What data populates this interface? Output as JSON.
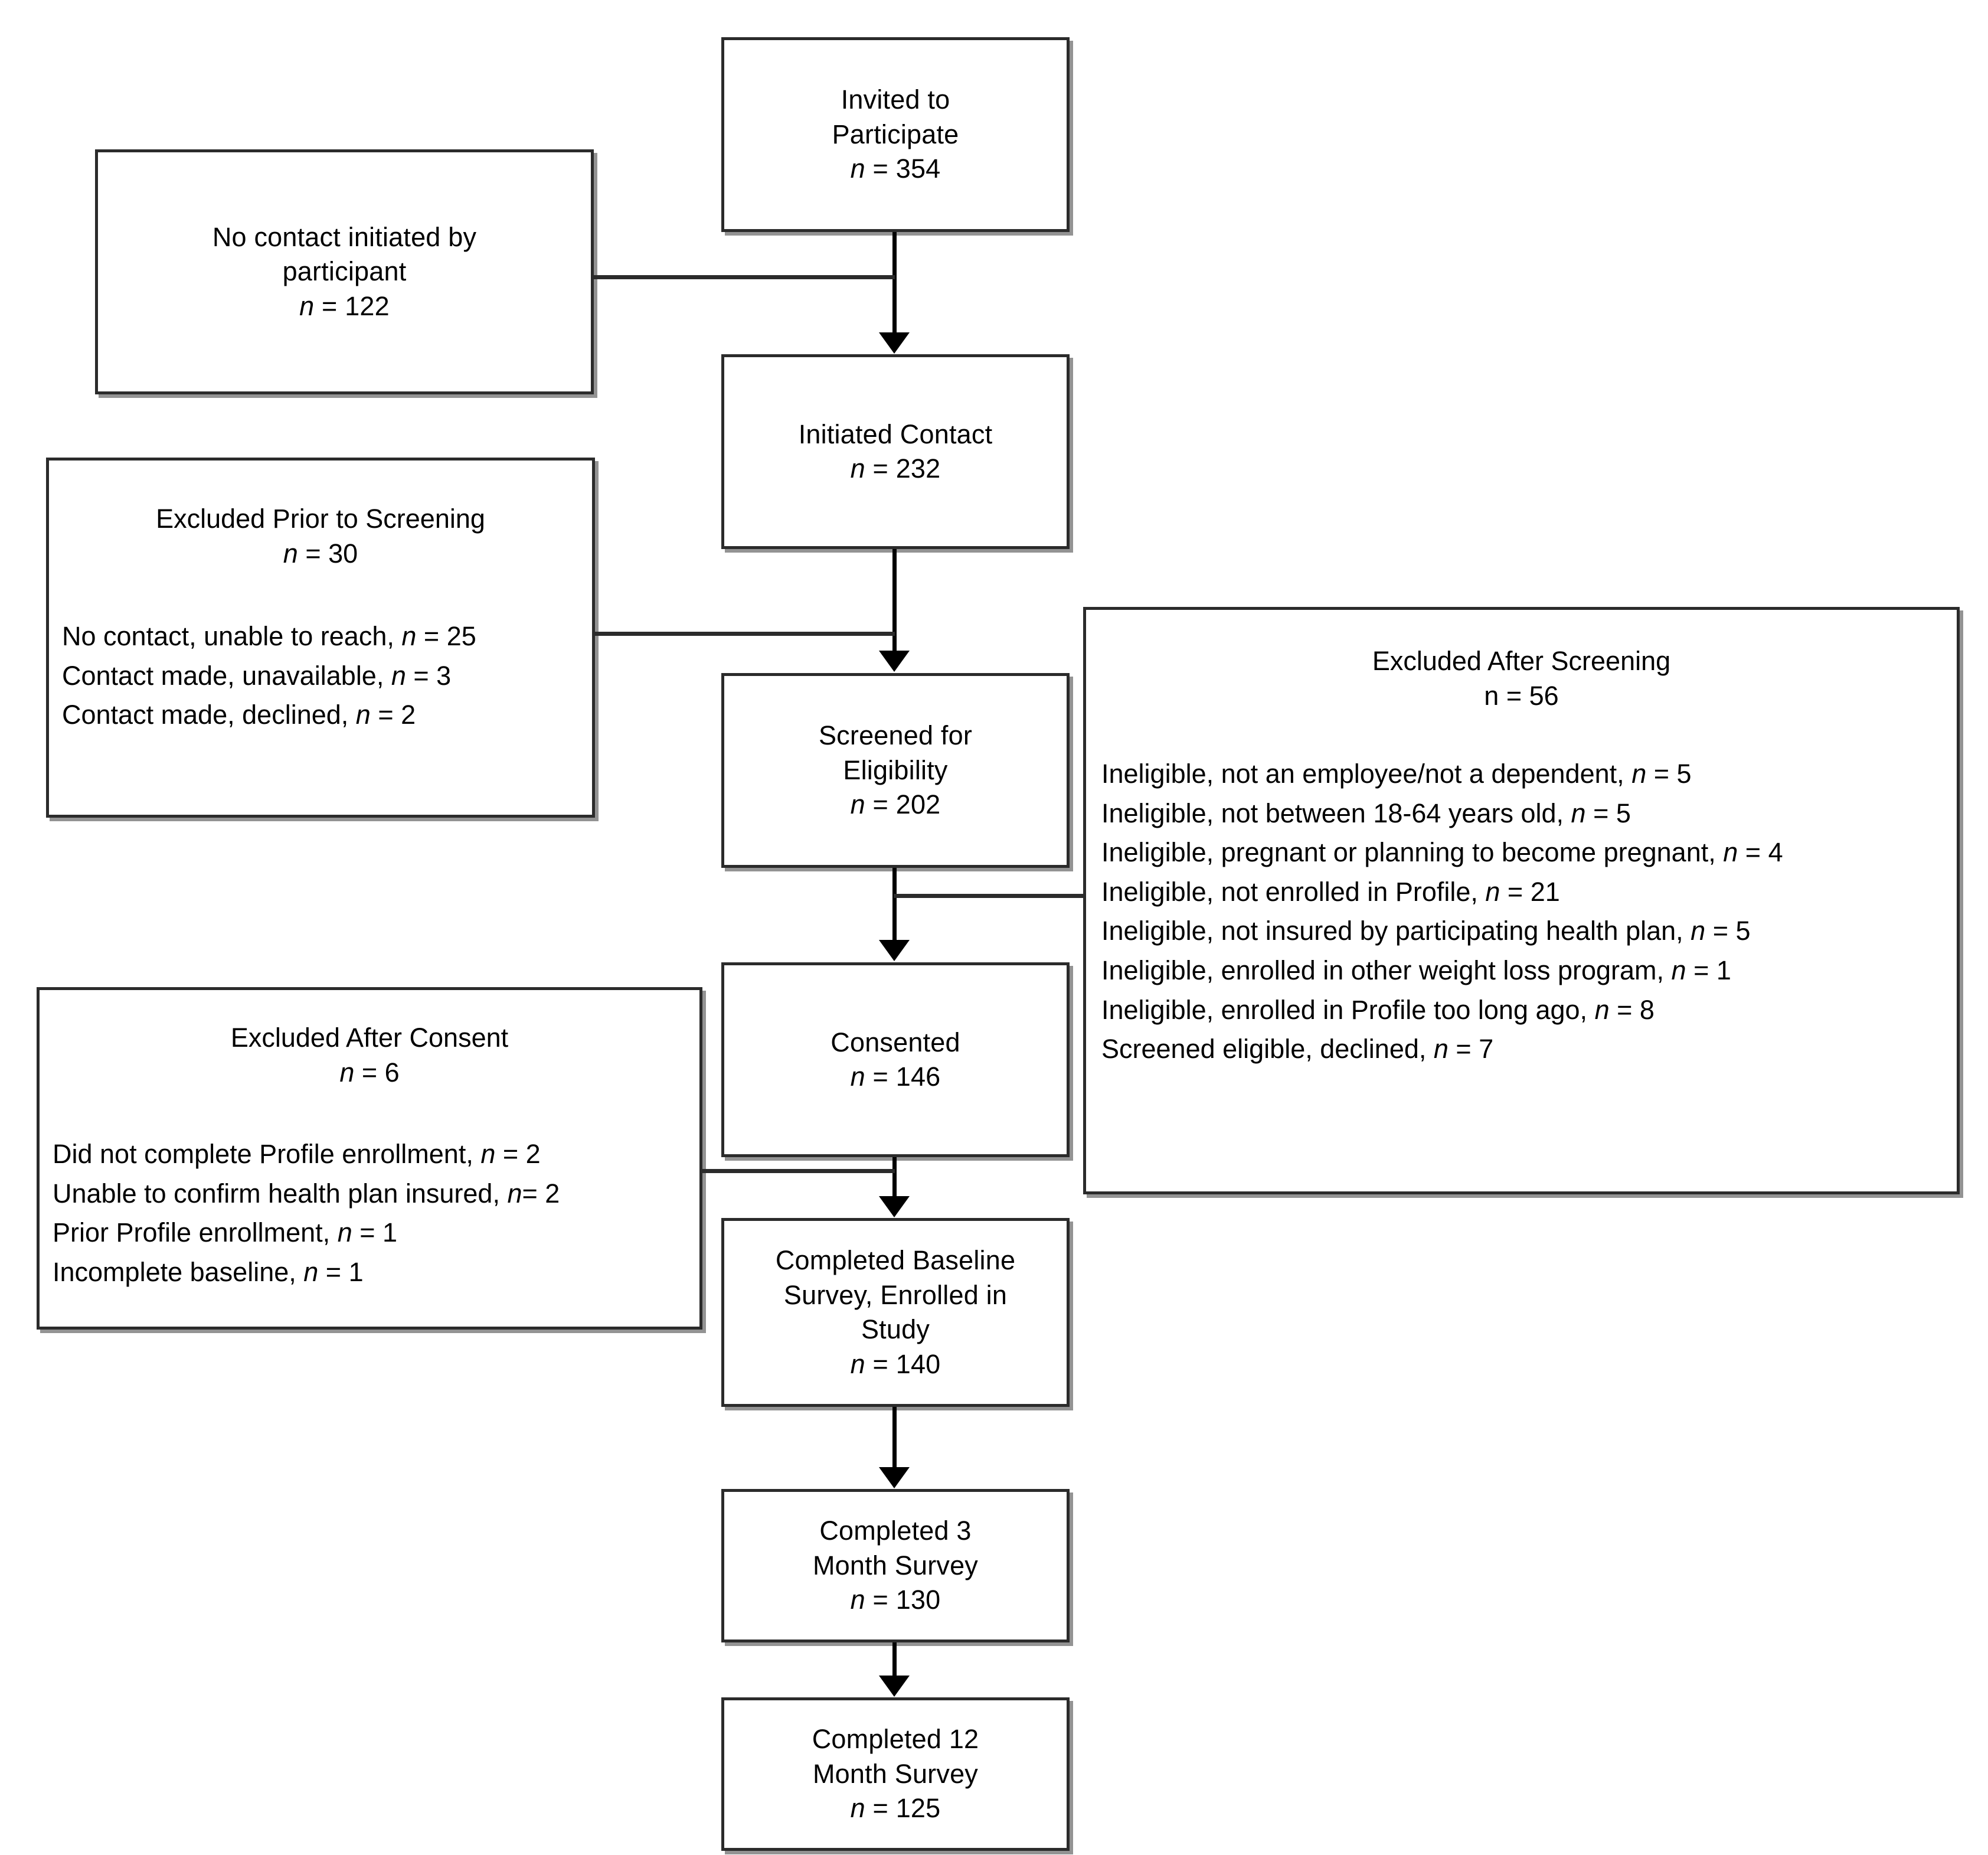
{
  "figure": {
    "type": "participant-flow-diagram",
    "title": "Study participant flow (CONSORT-style)"
  },
  "center_nodes": [
    {
      "id": "invited",
      "lines": [
        "Invited to",
        "Participate"
      ],
      "count_label": "n",
      "count_sep": " = ",
      "count_value": "354",
      "n_italic": true
    },
    {
      "id": "initiated",
      "lines": [
        "Initiated Contact"
      ],
      "count_label": "n",
      "count_sep": " = ",
      "count_value": "232",
      "n_italic": true
    },
    {
      "id": "screened",
      "lines": [
        "Screened for",
        "Eligibility"
      ],
      "count_label": "n",
      "count_sep": " = ",
      "count_value": "202",
      "n_italic": true
    },
    {
      "id": "consented",
      "lines": [
        "Consented"
      ],
      "count_label": "n",
      "count_sep": " = ",
      "count_value": "146",
      "n_italic": true
    },
    {
      "id": "baseline",
      "lines": [
        "Completed Baseline",
        "Survey, Enrolled in",
        "Study"
      ],
      "count_label": "n",
      "count_sep": " = ",
      "count_value": "140",
      "n_italic": true
    },
    {
      "id": "month3",
      "lines": [
        "Completed 3",
        "Month Survey"
      ],
      "count_label": "n",
      "count_sep": " = ",
      "count_value": "130",
      "n_italic": true
    },
    {
      "id": "month12",
      "lines": [
        "Completed 12",
        "Month Survey"
      ],
      "count_label": "n",
      "count_sep": " = ",
      "count_value": "125",
      "n_italic": true
    }
  ],
  "side_nodes": {
    "no_contact": {
      "heading_lines": [
        "No contact initiated by",
        "participant"
      ],
      "count_label": "n",
      "count_sep": " = ",
      "count_value": "122",
      "n_italic": true,
      "items": []
    },
    "excluded_prior": {
      "heading_lines": [
        "Excluded Prior to Screening"
      ],
      "count_label": "n",
      "count_sep": " = ",
      "count_value": "30",
      "n_italic": true,
      "items": [
        {
          "text": "No contact, unable to reach, ",
          "n": "n",
          "sep": " = ",
          "value": "25"
        },
        {
          "text": "Contact made, unavailable, ",
          "n": "n",
          "sep": " = ",
          "value": "3"
        },
        {
          "text": "Contact made, declined, ",
          "n": "n",
          "sep": " = ",
          "value": "2"
        }
      ]
    },
    "excluded_after_screening": {
      "heading_lines": [
        "Excluded After Screening"
      ],
      "count_label": "n",
      "count_sep": " = ",
      "count_value": "56",
      "n_italic": false,
      "items": [
        {
          "text": "Ineligible, not an employee/not a dependent, ",
          "n": "n",
          "sep": " = ",
          "value": "5"
        },
        {
          "text": "Ineligible, not between 18-64 years old, ",
          "n": "n",
          "sep": " = ",
          "value": "5"
        },
        {
          "text": "Ineligible, pregnant or planning to become pregnant, ",
          "n": "n",
          "sep": " = ",
          "value": "4"
        },
        {
          "text": "Ineligible, not enrolled in Profile, ",
          "n": "n",
          "sep": " = ",
          "value": "21"
        },
        {
          "text": "Ineligible, not insured by participating health plan, ",
          "n": "n",
          "sep": " = ",
          "value": "5"
        },
        {
          "text": "Ineligible, enrolled in other weight loss program, ",
          "n": "n",
          "sep": " = ",
          "value": "1"
        },
        {
          "text": "Ineligible, enrolled in Profile too long ago, ",
          "n": "n",
          "sep": " = ",
          "value": "8"
        },
        {
          "text": "Screened eligible, declined, ",
          "n": "n",
          "sep": " = ",
          "value": "7"
        }
      ]
    },
    "excluded_after_consent": {
      "heading_lines": [
        "Excluded After Consent"
      ],
      "count_label": "n",
      "count_sep": " = ",
      "count_value": "6",
      "n_italic": true,
      "items": [
        {
          "text": "Did not complete Profile enrollment, ",
          "n": "n",
          "sep": " = ",
          "value": "2"
        },
        {
          "text": "Unable to confirm health plan insured, ",
          "n": "n",
          "sep": "= ",
          "value": "2"
        },
        {
          "text": "Prior Profile enrollment, ",
          "n": "n",
          "sep": " = ",
          "value": "1"
        },
        {
          "text": "Incomplete baseline, ",
          "n": "n",
          "sep": " = ",
          "value": "1"
        }
      ]
    }
  },
  "colors": {
    "box_border": "#2b2b2b",
    "box_shadow": "#808080",
    "connector": "#000000",
    "background": "#ffffff",
    "text": "#000000"
  }
}
